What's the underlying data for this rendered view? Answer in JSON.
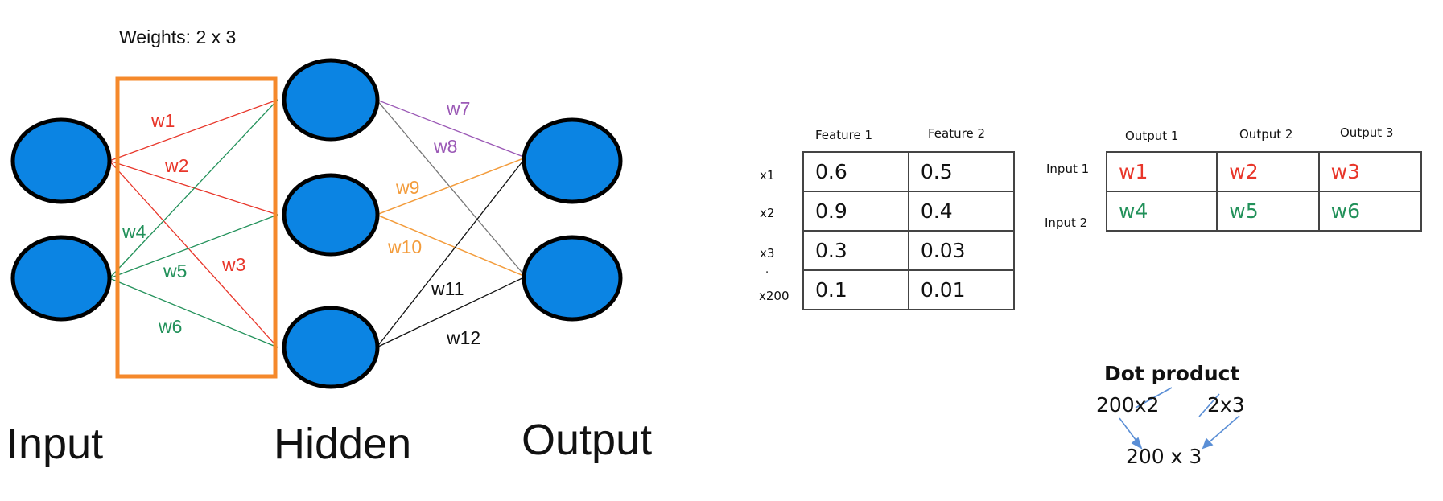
{
  "network": {
    "weights_label": "Weights: 2 x 3",
    "layer_labels": {
      "input": "Input",
      "hidden": "Hidden",
      "output": "Output"
    },
    "weights": [
      {
        "label": "w1",
        "color": "#e8362a"
      },
      {
        "label": "w2",
        "color": "#e8362a"
      },
      {
        "label": "w3",
        "color": "#e8362a"
      },
      {
        "label": "w4",
        "color": "#22915a"
      },
      {
        "label": "w5",
        "color": "#22915a"
      },
      {
        "label": "w6",
        "color": "#22915a"
      },
      {
        "label": "w7",
        "color": "#9b59b6"
      },
      {
        "label": "w8",
        "color": "#9b59b6"
      },
      {
        "label": "w9",
        "color": "#f39c3c"
      },
      {
        "label": "w10",
        "color": "#f39c3c"
      },
      {
        "label": "w11",
        "color": "#111111"
      },
      {
        "label": "w12",
        "color": "#111111"
      }
    ],
    "colors": {
      "node": "#0b84e3",
      "node_border": "#000000",
      "highlight_box": "#f5892b"
    }
  },
  "feature_table": {
    "headers": [
      "Feature 1",
      "Feature 2"
    ],
    "row_labels": [
      "x1",
      "x2",
      "x3",
      ".",
      "x200"
    ],
    "rows": [
      [
        "0.6",
        "0.5"
      ],
      [
        "0.9",
        "0.4"
      ],
      [
        "0.3",
        "0.03"
      ],
      [
        "0.1",
        "0.01"
      ]
    ]
  },
  "weight_table": {
    "headers": [
      "Output 1",
      "Output 2",
      "Output 3"
    ],
    "row_labels": [
      "Input 1",
      "Input 2"
    ],
    "rows": [
      [
        "w1",
        "w2",
        "w3"
      ],
      [
        "w4",
        "w5",
        "w6"
      ]
    ],
    "row_colors": [
      "#e8362a",
      "#22915a"
    ]
  },
  "dot_product": {
    "title": "Dot product",
    "left": "200x2",
    "right": "2x3",
    "result": "200 x 3",
    "arrow_color": "#5b8fd6"
  }
}
